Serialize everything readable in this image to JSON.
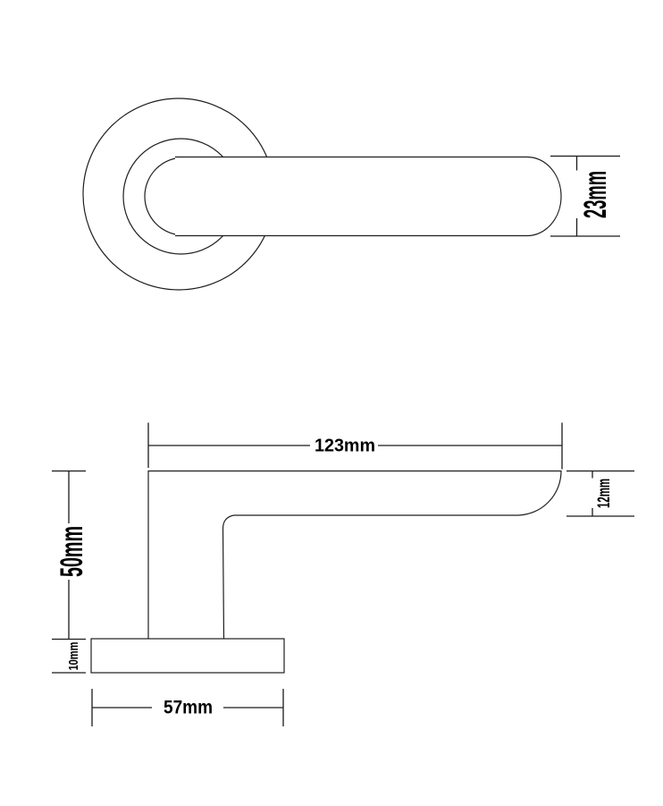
{
  "drawing": {
    "units": "mm",
    "background_color": "#ffffff",
    "line_color": "#1f1f1f",
    "text_color": "#000000"
  },
  "front_view": {
    "dimensions": {
      "lever_grip_width": {
        "label": "23mm",
        "value": 23
      }
    }
  },
  "side_view": {
    "dimensions": {
      "lever_length": {
        "label": "123mm",
        "value": 123
      },
      "lever_end_depth": {
        "label": "12mm",
        "value": 12
      },
      "projection_height": {
        "label": "50mm",
        "value": 50
      },
      "rose_thickness": {
        "label": "10mm",
        "value": 10
      },
      "rose_diameter": {
        "label": "57mm",
        "value": 57
      }
    }
  }
}
